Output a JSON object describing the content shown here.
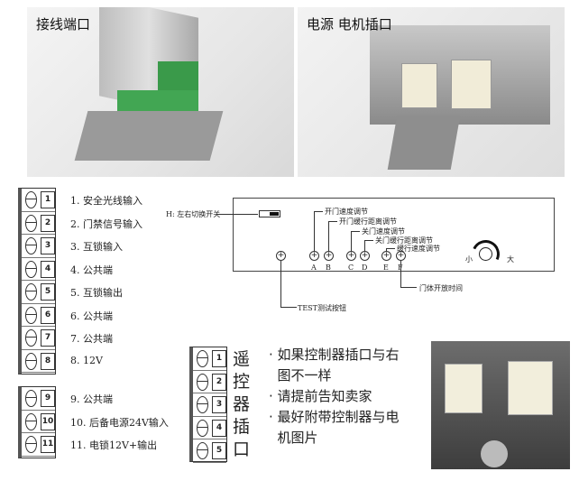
{
  "photos": {
    "left_title": "接线端口",
    "right_title": "电源 电机插口"
  },
  "terminal_main": [
    {
      "num": "1",
      "label": "1. 安全光线输入"
    },
    {
      "num": "2",
      "label": "2. 门禁信号输入"
    },
    {
      "num": "3",
      "label": "3. 互锁输入"
    },
    {
      "num": "4",
      "label": "4. 公共端"
    },
    {
      "num": "5",
      "label": "5. 互锁输出"
    },
    {
      "num": "6",
      "label": "6. 公共端"
    },
    {
      "num": "7",
      "label": "7. 公共端"
    },
    {
      "num": "8",
      "label": "8. 12V"
    }
  ],
  "terminal_aux": [
    {
      "num": "9",
      "label": "9. 公共端"
    },
    {
      "num": "10",
      "label": "10. 后备电源24V输入"
    },
    {
      "num": "11",
      "label": "11. 电锁12V+输出"
    }
  ],
  "panel": {
    "switch_label": "H: 左右切换开关",
    "test_label": "TEST测试按钮",
    "letters": [
      "A",
      "B",
      "C",
      "D",
      "E",
      "F"
    ],
    "adjust_labels": [
      "开门速度调节",
      "开门缓行距离调节",
      "关门速度调节",
      "关门缓行距离调节",
      "缓行速度调节"
    ],
    "f_label": "门体开放时间",
    "knob_min": "小",
    "knob_max": "大"
  },
  "remote": {
    "nums": [
      "1",
      "2",
      "3",
      "4",
      "5"
    ],
    "title": "遥控器插口"
  },
  "notes": [
    "· 如果控制器插口与右",
    "  图不一样",
    "· 请提前告知卖家",
    "· 最好附带控制器与电",
    "  机图片"
  ]
}
